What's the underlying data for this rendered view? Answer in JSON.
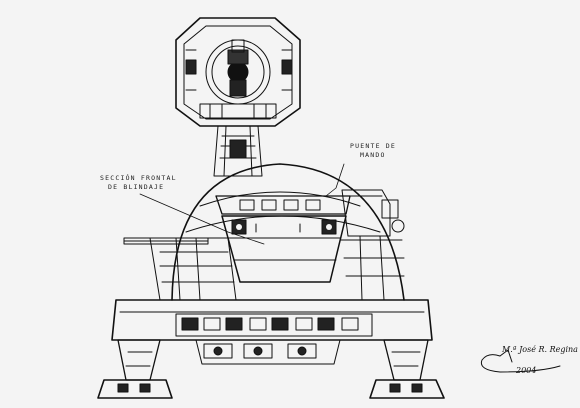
{
  "labels": {
    "puente_de_mando": [
      "PUENTE DE",
      "MANDO"
    ],
    "seccion_frontal": [
      "SECCIÓN FRONTAL",
      "DE BLINDAJE"
    ]
  },
  "signature": {
    "name": "M.ª José R. Regina",
    "year": "2004"
  },
  "colors": {
    "paper": "#f4f4f4",
    "ink": "#111111"
  }
}
